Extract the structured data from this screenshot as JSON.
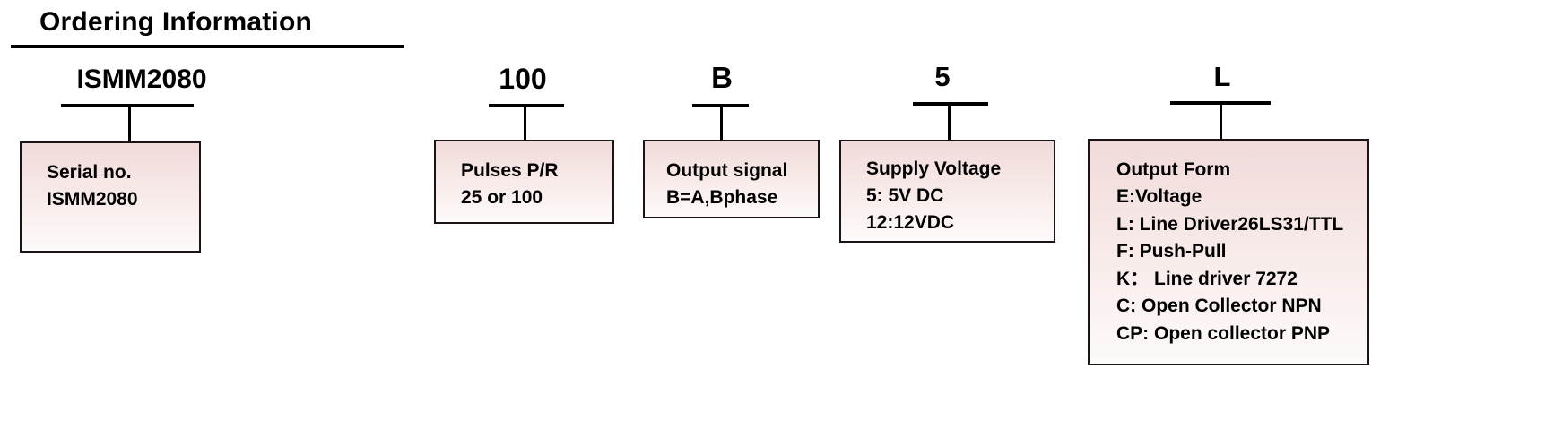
{
  "header": {
    "title": "Ordering Information"
  },
  "model_code": {
    "tokens": [
      {
        "name": "serial",
        "value": "ISMM2080"
      },
      {
        "name": "pulses",
        "value": "100"
      },
      {
        "name": "output-signal",
        "value": "B"
      },
      {
        "name": "supply-voltage",
        "value": "5"
      },
      {
        "name": "output-form",
        "value": "L"
      }
    ]
  },
  "boxes": [
    {
      "name": "serial-no",
      "lines": [
        "Serial no.",
        "ISMM2080"
      ]
    },
    {
      "name": "pulses-per-revolution",
      "lines": [
        "Pulses P/R",
        "25 or 100"
      ]
    },
    {
      "name": "output-signal",
      "lines": [
        "Output signal",
        "B=A,Bphase"
      ]
    },
    {
      "name": "supply-voltage",
      "lines": [
        "Supply Voltage",
        "5: 5V DC",
        "12:12VDC"
      ]
    },
    {
      "name": "output-form",
      "lines": [
        "Output Form",
        "E:Voltage",
        "L: Line Driver26LS31/TTL",
        "F: Push-Pull",
        "K：  Line driver 7272",
        "C: Open Collector NPN",
        "CP: Open collector PNP"
      ]
    }
  ],
  "colors": {
    "box_fill_top": "#f0dada",
    "box_fill_bottom": "#fdfafa",
    "box_border": "#1a1417",
    "text": "#000000",
    "rule": "#000000"
  }
}
